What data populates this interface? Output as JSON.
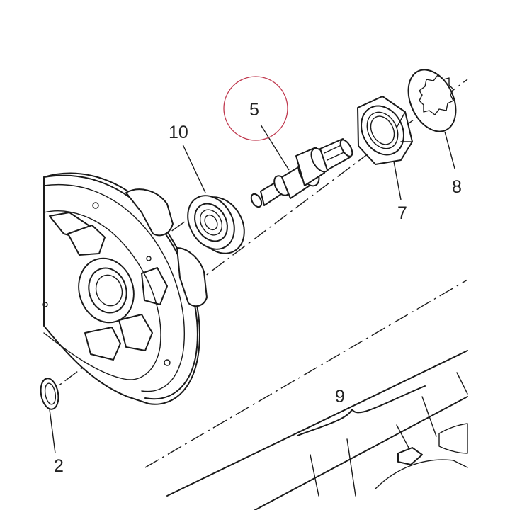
{
  "callouts": {
    "c5": "5",
    "c10": "10",
    "c7": "7",
    "c8": "8",
    "c9": "9",
    "c2": "2"
  },
  "highlight": {
    "target": "5",
    "color": "#c0394f"
  }
}
